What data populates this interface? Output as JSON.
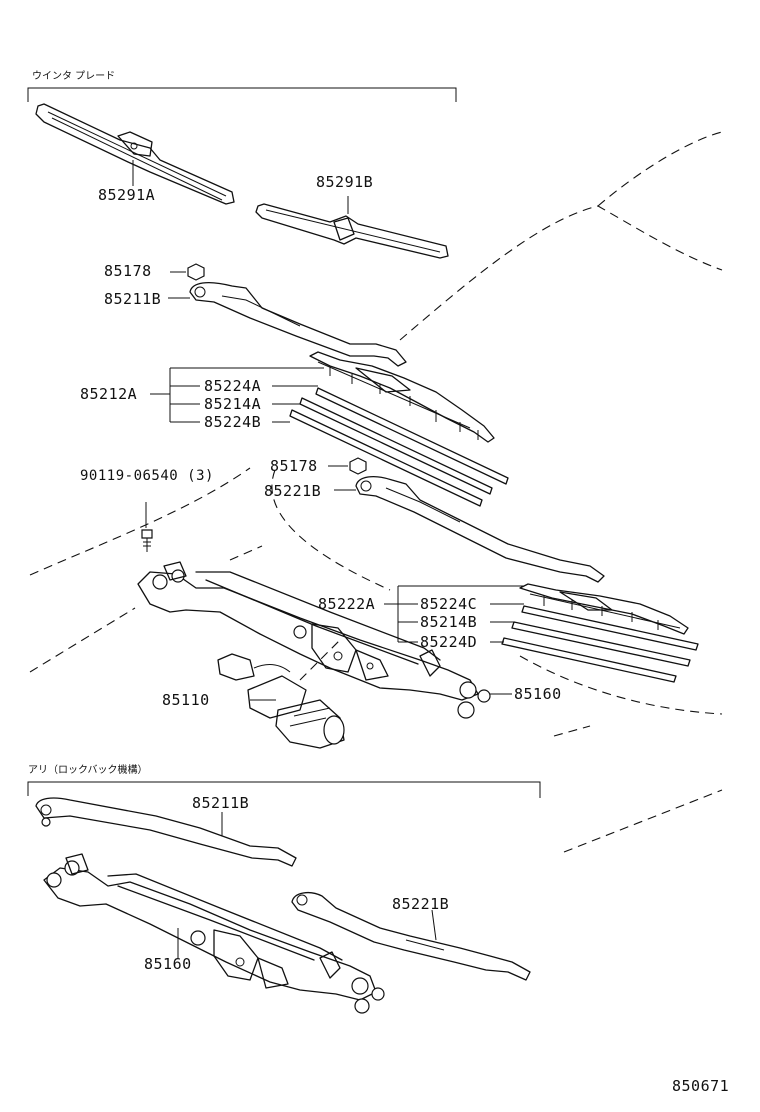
{
  "sections": {
    "top_title": "ウインタ プレード",
    "lower_title": "アリ（ロックバック機構）"
  },
  "labels": {
    "p85291A": "85291A",
    "p85291B": "85291B",
    "p85178a": "85178",
    "p85211B": "85211B",
    "p85212A": "85212A",
    "p85224A": "85224A",
    "p85214A": "85214A",
    "p85224B": "85224B",
    "p90119": "90119-06540 (3)",
    "p85178b": "85178",
    "p85221B": "85221B",
    "p85222A": "85222A",
    "p85224C": "85224C",
    "p85214B": "85214B",
    "p85224D": "85224D",
    "p85110": "85110",
    "p85160": "85160",
    "p85211B_lower": "85211B",
    "p85221B_lower": "85221B",
    "p85160_lower": "85160"
  },
  "figure_number": "850671"
}
